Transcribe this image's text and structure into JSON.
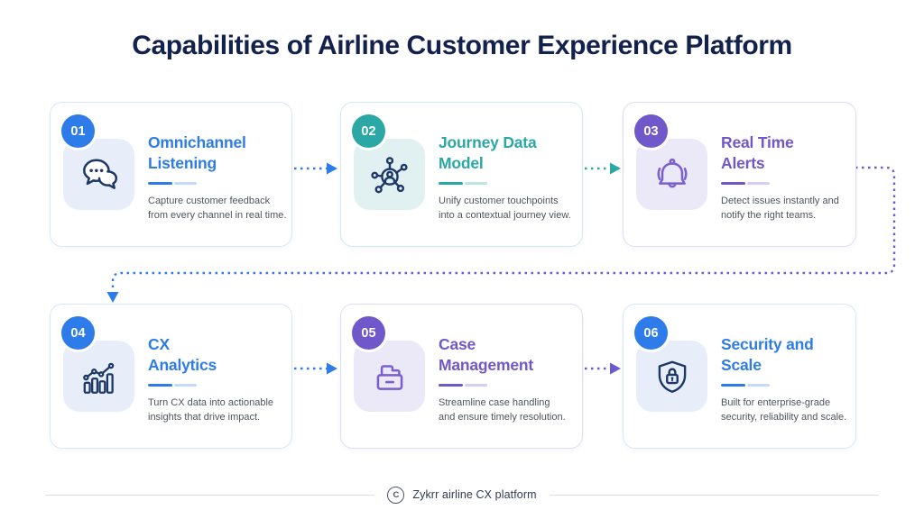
{
  "header": {
    "title": "Capabilities of Airline Customer Experience Platform"
  },
  "cards": [
    {
      "number": "01",
      "title_line1": "Omnichannel",
      "title_line2": "Listening",
      "desc_line1": "Capture customer feedback",
      "desc_line2": "from every channel in real time.",
      "icon": "chat-bubbles-icon",
      "accent": "#2e7ce9"
    },
    {
      "number": "02",
      "title_line1": "Journey Data",
      "title_line2": "Model",
      "desc_line1": "Unify customer touchpoints",
      "desc_line2": "into a contextual journey view.",
      "icon": "journey-network-icon",
      "accent": "#2ba7a5"
    },
    {
      "number": "03",
      "title_line1": "Real Time",
      "title_line2": "Alerts",
      "desc_line1": "Detect issues instantly and",
      "desc_line2": "notify the right teams.",
      "icon": "bell-icon",
      "accent": "#7158ca"
    },
    {
      "number": "04",
      "title_line1": "CX",
      "title_line2": "Analytics",
      "desc_line1": "Turn CX data into actionable",
      "desc_line2": "insights that drive impact.",
      "icon": "analytics-bars-icon",
      "accent": "#2e7ce9"
    },
    {
      "number": "05",
      "title_line1": "Case",
      "title_line2": "Management",
      "desc_line1": "Streamline case handling",
      "desc_line2": "and ensure timely resolution.",
      "icon": "case-drawer-icon",
      "accent": "#7158ca"
    },
    {
      "number": "06",
      "title_line1": "Security and",
      "title_line2": "Scale",
      "desc_line1": "Built for enterprise-grade",
      "desc_line2": "security, reliability and scale.",
      "icon": "shield-lock-icon",
      "accent": "#2e7ce9"
    }
  ],
  "footer": {
    "copyright_symbol": "C",
    "label": "Zykrr airline CX platform"
  },
  "colors": {
    "heading": "#13224d",
    "blue": "#2e7ce9",
    "teal": "#2ba7a5",
    "purple": "#6c5ace",
    "icon_navy": "#1d3866",
    "icon_purple": "#7a5fd0",
    "footer_rule": "#d9dde4"
  }
}
